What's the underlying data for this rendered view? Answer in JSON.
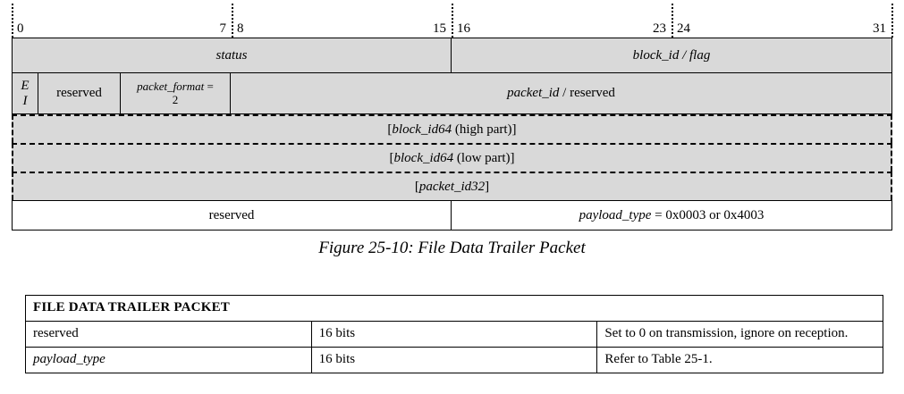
{
  "bit_ruler": {
    "name": "bit-position-ruler",
    "ticks": [
      {
        "label": "0",
        "align": "left",
        "pos_pct": 0
      },
      {
        "label": "7",
        "align": "right",
        "pos_pct": 25
      },
      {
        "label": "8",
        "align": "left",
        "pos_pct": 25
      },
      {
        "label": "15",
        "align": "right",
        "pos_pct": 50
      },
      {
        "label": "16",
        "align": "left",
        "pos_pct": 50
      },
      {
        "label": "23",
        "align": "right",
        "pos_pct": 75
      },
      {
        "label": "24",
        "align": "left",
        "pos_pct": 75
      },
      {
        "label": "31",
        "align": "right",
        "pos_pct": 100
      }
    ],
    "tick_positions_pct": [
      0,
      25,
      50,
      75,
      100
    ]
  },
  "packet_diagram": {
    "name": "file-data-trailer-packet-layout",
    "fill_color": "#d9d9d9",
    "border_color": "#000000",
    "rows": [
      {
        "id": "row-status-blockid",
        "border": "solid",
        "cells": [
          {
            "text": "status",
            "style": "italic",
            "width_pct": 50
          },
          {
            "text": "block_id / flag",
            "style": "italic",
            "width_pct": 50
          }
        ]
      },
      {
        "id": "row-ei-reserved-packetformat-packetid",
        "border": "solid",
        "cells": [
          {
            "text_line1": "E",
            "text_line2": "I",
            "style": "italic",
            "width_pct": 3.05
          },
          {
            "text": "reserved",
            "style": "regular",
            "width_pct": 9.34
          },
          {
            "text_italic": "packet_format",
            "text_plain": " =",
            "text_line2": "2",
            "style": "mixed",
            "width_pct": 12.49
          },
          {
            "text_italic": "packet_id",
            "text_plain": " / reserved",
            "style": "mixed",
            "width_pct": 75.12
          }
        ]
      },
      {
        "id": "row-blockid64-high",
        "border": "dashed",
        "cells": [
          {
            "text_plain_open": "[",
            "text_italic": "block_id64",
            "text_plain_close": " (high part)]",
            "style": "mixed",
            "width_pct": 100
          }
        ]
      },
      {
        "id": "row-blockid64-low",
        "border": "dashed",
        "cells": [
          {
            "text_plain_open": "[",
            "text_italic": "block_id64",
            "text_plain_close": " (low part)]",
            "style": "mixed",
            "width_pct": 100
          }
        ]
      },
      {
        "id": "row-packetid32",
        "border": "dashed",
        "cells": [
          {
            "text_plain_open": "[",
            "text_italic": "packet_id32",
            "text_plain_close": "]",
            "style": "mixed",
            "width_pct": 100
          }
        ]
      },
      {
        "id": "row-reserved-payloadtype",
        "border": "solid",
        "background": "white",
        "cells": [
          {
            "text": "reserved",
            "style": "regular",
            "width_pct": 50
          },
          {
            "text_italic": "payload_type",
            "text_plain": " = 0x0003 or 0x4003",
            "style": "mixed",
            "width_pct": 50
          }
        ]
      }
    ]
  },
  "figure_caption": "Figure 25-10: File Data Trailer Packet",
  "description_table": {
    "name": "file-data-trailer-packet-table",
    "title": "FILE DATA TRAILER PACKET",
    "rows": [
      {
        "field": "reserved",
        "field_style": "regular",
        "size": "16 bits",
        "description": "Set to 0 on transmission, ignore on reception."
      },
      {
        "field": "payload_type",
        "field_style": "italic",
        "size": "16 bits",
        "description": "Refer to Table 25-1."
      }
    ]
  }
}
